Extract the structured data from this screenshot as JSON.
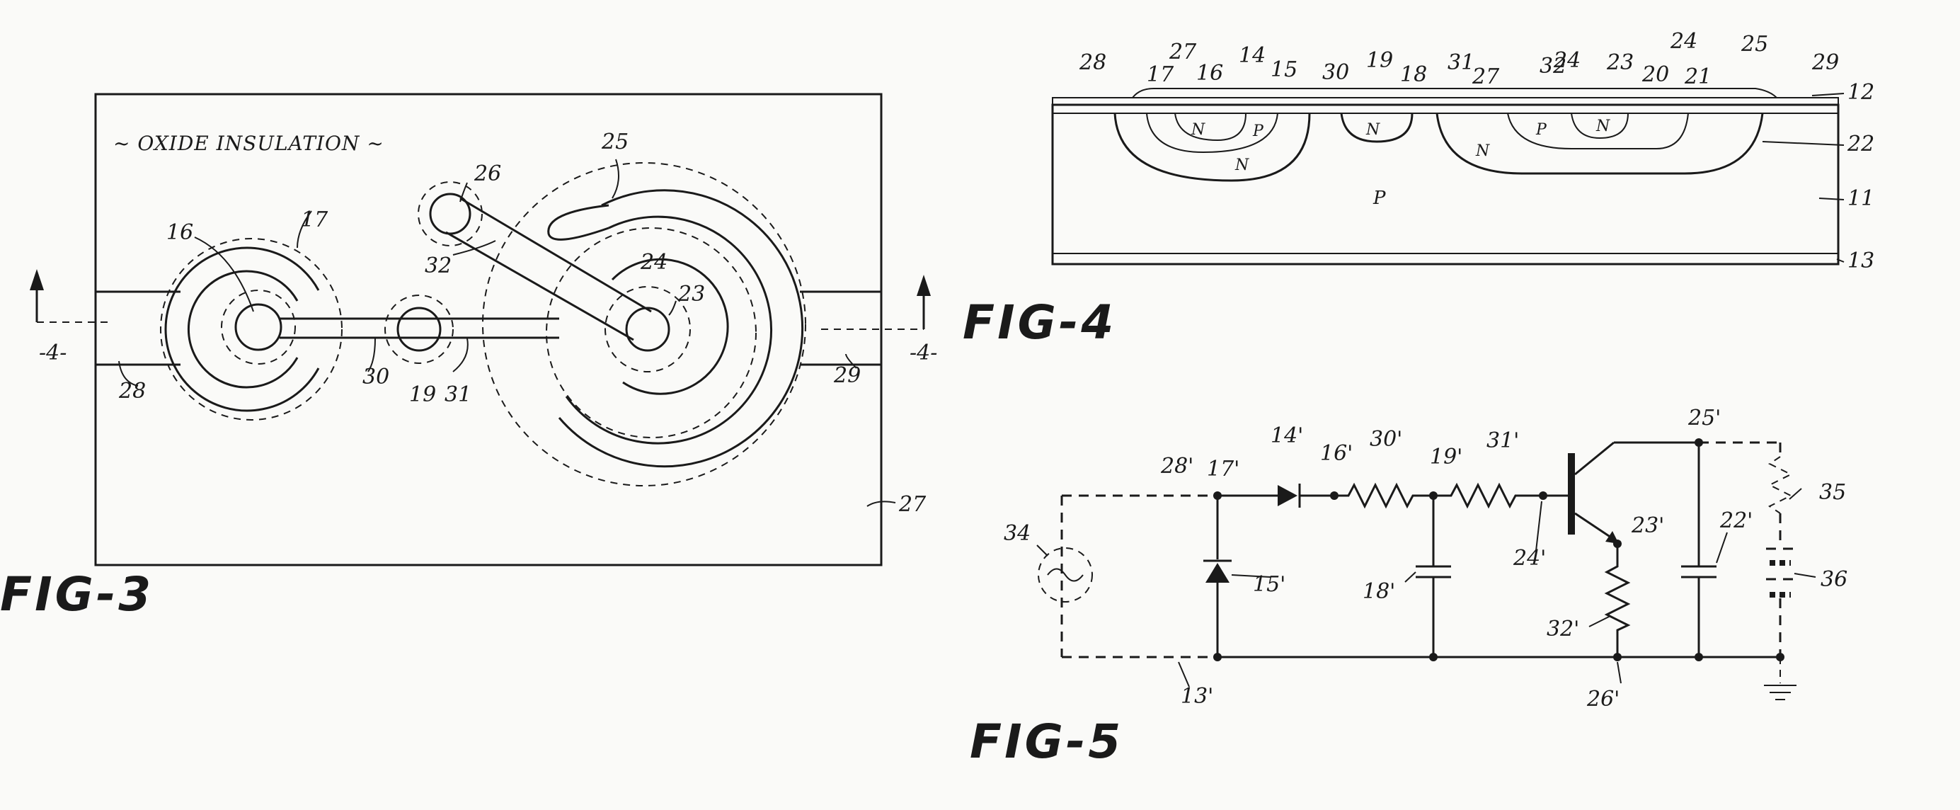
{
  "figures": {
    "fig3": {
      "caption": "FIG-3",
      "oxide_note": "~ OXIDE INSULATION ~",
      "section_marks": [
        "-4-",
        "-4-"
      ],
      "labels": [
        "16",
        "17",
        "25",
        "26",
        "24",
        "23",
        "32",
        "19",
        "30",
        "31",
        "28",
        "29",
        "27"
      ]
    },
    "fig4": {
      "caption": "FIG-4",
      "top_labels": [
        "28",
        "27",
        "17",
        "16",
        "14",
        "15",
        "30",
        "19",
        "18",
        "31",
        "27",
        "32",
        "24",
        "23",
        "20",
        "24",
        "21",
        "25",
        "29"
      ],
      "side_labels": [
        "12",
        "22",
        "11",
        "13"
      ],
      "region_labels": [
        "N",
        "P",
        "N",
        "N",
        "N",
        "P",
        "N",
        "P"
      ]
    },
    "fig5": {
      "caption": "FIG-5",
      "labels": [
        "28'",
        "17'",
        "14'",
        "16'",
        "30'",
        "19'",
        "31'",
        "25'",
        "35",
        "34",
        "15'",
        "18'",
        "24'",
        "23'",
        "22'",
        "36",
        "32'",
        "13'",
        "26'"
      ]
    }
  }
}
